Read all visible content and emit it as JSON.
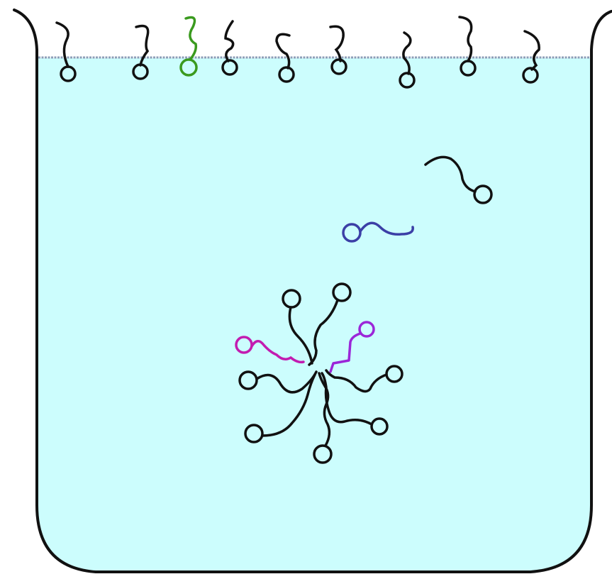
{
  "colors": {
    "background": "#ffffff",
    "water": "#ccfdfd",
    "beaker_outline": "#111111",
    "water_surface": "#8c9fb8",
    "surfactant": "#111111",
    "highlight_green": "#3a9a1e",
    "highlight_blue": "#3b3fa6",
    "highlight_magenta": "#c21cb0",
    "highlight_purple": "#9b26d8"
  },
  "elements": {
    "beaker": {
      "name": "beaker",
      "shape": "beaker-icon"
    },
    "water": {
      "name": "water-body"
    },
    "surface": {
      "name": "water-surface-line"
    },
    "surface_molecules": [
      {
        "name": "surface-surfactant-1",
        "color_key": "surfactant"
      },
      {
        "name": "surface-surfactant-2",
        "color_key": "surfactant"
      },
      {
        "name": "surface-surfactant-3-highlighted",
        "color_key": "highlight_green"
      },
      {
        "name": "surface-surfactant-4",
        "color_key": "surfactant"
      },
      {
        "name": "surface-surfactant-5",
        "color_key": "surfactant"
      },
      {
        "name": "surface-surfactant-6",
        "color_key": "surfactant"
      },
      {
        "name": "surface-surfactant-7",
        "color_key": "surfactant"
      },
      {
        "name": "surface-surfactant-8",
        "color_key": "surfactant"
      },
      {
        "name": "surface-surfactant-9",
        "color_key": "surfactant"
      }
    ],
    "free_molecules": [
      {
        "name": "free-surfactant-black",
        "color_key": "surfactant"
      },
      {
        "name": "free-surfactant-blue",
        "color_key": "highlight_blue"
      }
    ],
    "micelle": {
      "name": "micelle",
      "molecules": [
        {
          "name": "micelle-surfactant-top-left",
          "color_key": "surfactant"
        },
        {
          "name": "micelle-surfactant-top-right",
          "color_key": "surfactant"
        },
        {
          "name": "micelle-surfactant-magenta",
          "color_key": "highlight_magenta"
        },
        {
          "name": "micelle-surfactant-purple",
          "color_key": "highlight_purple"
        },
        {
          "name": "micelle-surfactant-left",
          "color_key": "surfactant"
        },
        {
          "name": "micelle-surfactant-right",
          "color_key": "surfactant"
        },
        {
          "name": "micelle-surfactant-lower-left",
          "color_key": "surfactant"
        },
        {
          "name": "micelle-surfactant-lower-right",
          "color_key": "surfactant"
        },
        {
          "name": "micelle-surfactant-bottom",
          "color_key": "surfactant"
        }
      ]
    }
  }
}
